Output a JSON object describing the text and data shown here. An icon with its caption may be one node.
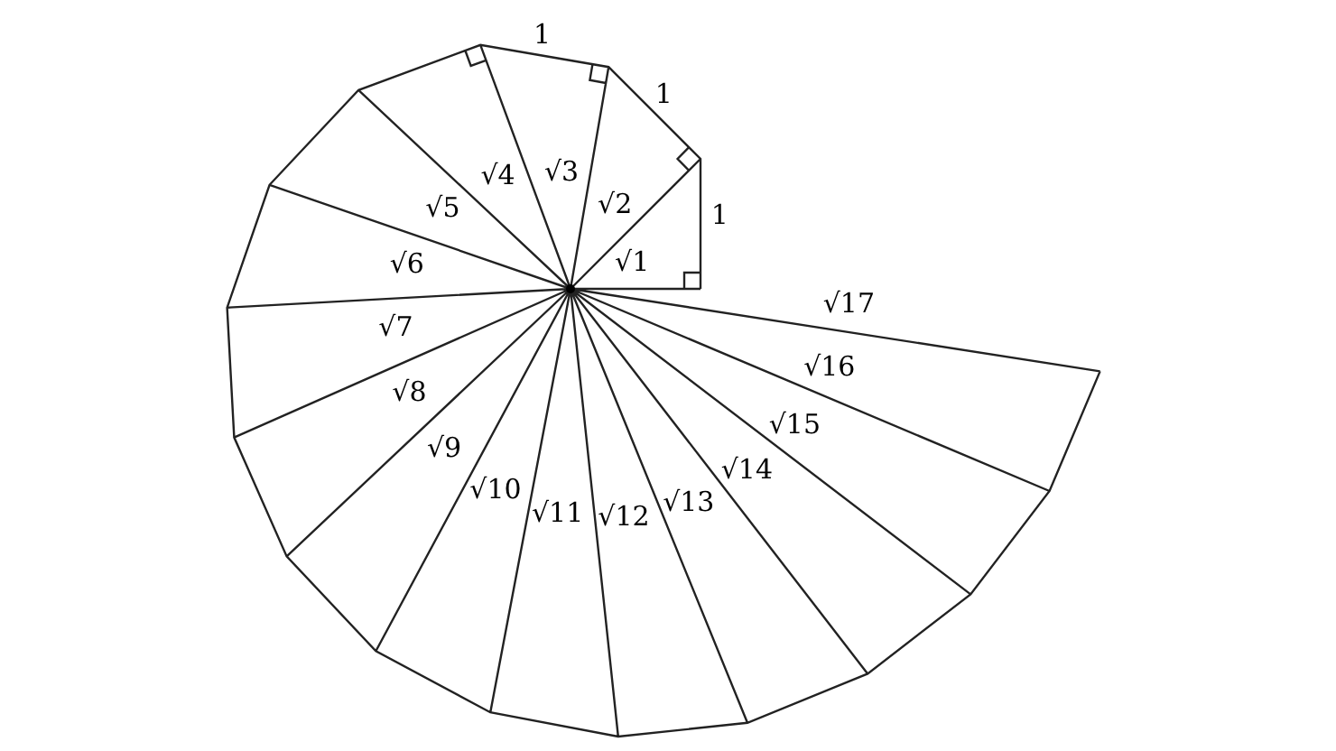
{
  "diagram": {
    "labels": [
      "1",
      "1",
      "1",
      "√1",
      "√2",
      "√3",
      "√4",
      "√5",
      "√6",
      "√7",
      "√8",
      "√9",
      "√10",
      "√11",
      "√12",
      "√13",
      "√14",
      "√15",
      "√16",
      "√17"
    ]
  }
}
